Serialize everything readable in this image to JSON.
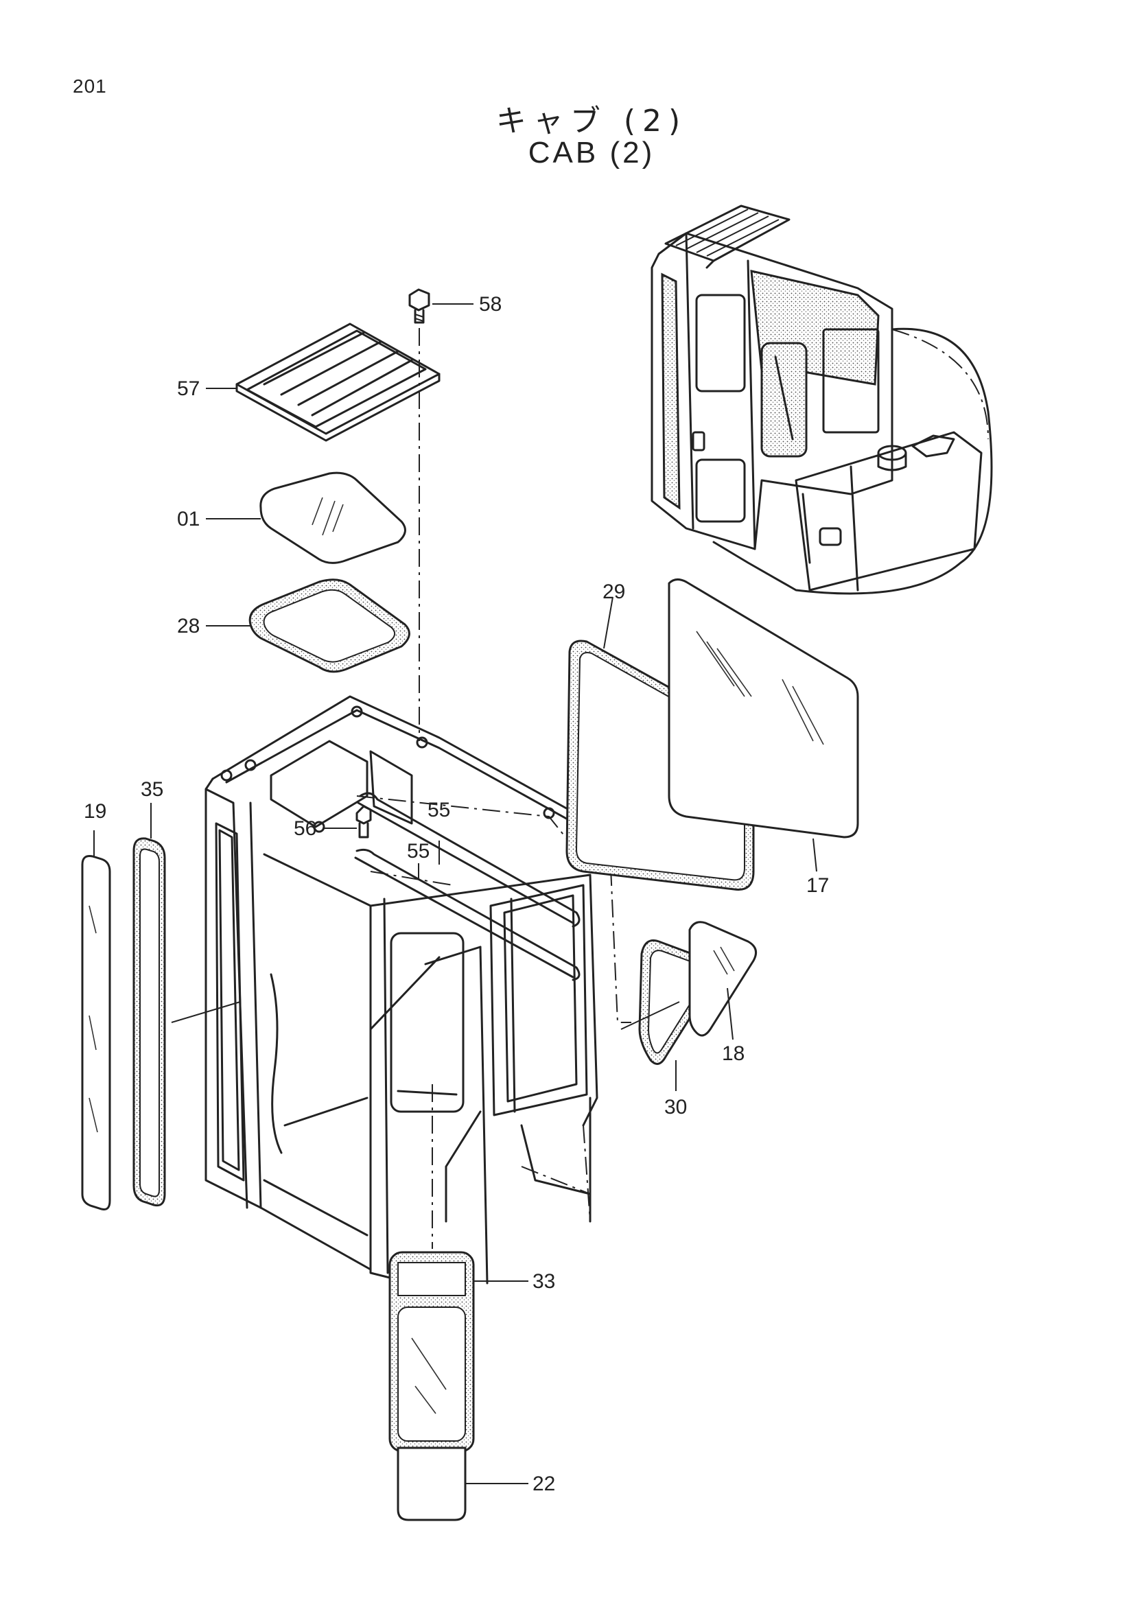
{
  "page_number": "201",
  "title_jp": "キャブ (2)",
  "title_en": "CAB (2)",
  "callouts": [
    {
      "label": "58",
      "part": "bolt"
    },
    {
      "label": "57",
      "part": "roof guard"
    },
    {
      "label": "01",
      "part": "roof glass"
    },
    {
      "label": "28",
      "part": "roof seal"
    },
    {
      "label": "29",
      "part": "side window seal"
    },
    {
      "label": "17",
      "part": "side glass"
    },
    {
      "label": "35",
      "part": "rear seal"
    },
    {
      "label": "19",
      "part": "rear glass"
    },
    {
      "label": "56",
      "part": "fitting"
    },
    {
      "label": "55",
      "part": "rod upper"
    },
    {
      "label": "55",
      "part": "rod lower"
    },
    {
      "label": "18",
      "part": "corner glass"
    },
    {
      "label": "30",
      "part": "corner seal"
    },
    {
      "label": "33",
      "part": "front seal"
    },
    {
      "label": "22",
      "part": "front glass"
    }
  ]
}
